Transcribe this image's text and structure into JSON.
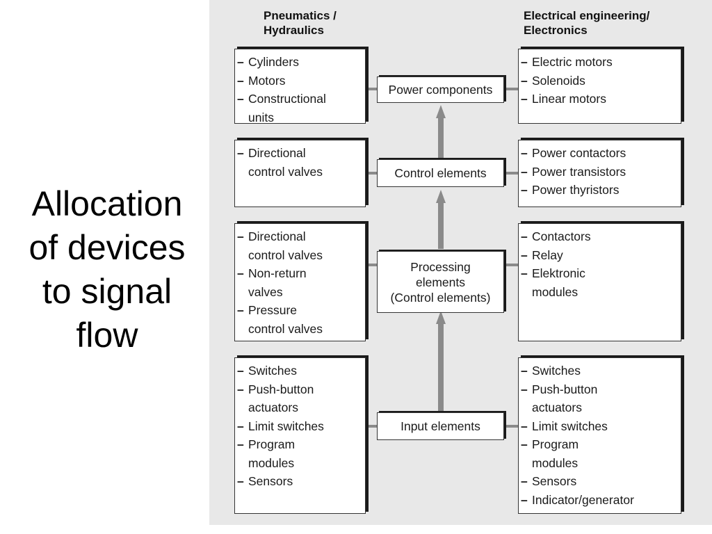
{
  "slide": {
    "title_lines": [
      "Allocation",
      "of devices",
      "to signal",
      "flow"
    ]
  },
  "diagram": {
    "left_header": [
      "Pneumatics /",
      "Hydraulics"
    ],
    "right_header": [
      "Electrical engineering/",
      "Electronics"
    ],
    "stages": [
      {
        "label_lines": [
          "Power components"
        ],
        "left_items": [
          [
            "Cylinders"
          ],
          [
            "Motors"
          ],
          [
            "Constructional",
            "units"
          ]
        ],
        "right_items": [
          [
            "Electric motors"
          ],
          [
            "Solenoids"
          ],
          [
            "Linear motors"
          ]
        ]
      },
      {
        "label_lines": [
          "Control elements"
        ],
        "left_items": [
          [
            "Directional",
            "control valves"
          ]
        ],
        "right_items": [
          [
            "Power contactors"
          ],
          [
            "Power transistors"
          ],
          [
            "Power thyristors"
          ]
        ]
      },
      {
        "label_lines": [
          "Processing",
          "elements",
          "(Control elements)"
        ],
        "left_items": [
          [
            "Directional",
            "control valves"
          ],
          [
            "Non-return",
            "valves"
          ],
          [
            "Pressure",
            "control valves"
          ]
        ],
        "right_items": [
          [
            "Contactors"
          ],
          [
            "Relay"
          ],
          [
            "Elektronic",
            "modules"
          ]
        ]
      },
      {
        "label_lines": [
          "Input elements"
        ],
        "left_items": [
          [
            "Switches"
          ],
          [
            "Push-button",
            "actuators"
          ],
          [
            "Limit switches"
          ],
          [
            "Program",
            "modules"
          ],
          [
            "Sensors"
          ]
        ],
        "right_items": [
          [
            "Switches"
          ],
          [
            "Push-button",
            "actuators"
          ],
          [
            "Limit switches"
          ],
          [
            "Program",
            "modules"
          ],
          [
            "Sensors"
          ],
          [
            "Indicator/generator"
          ]
        ]
      }
    ]
  }
}
